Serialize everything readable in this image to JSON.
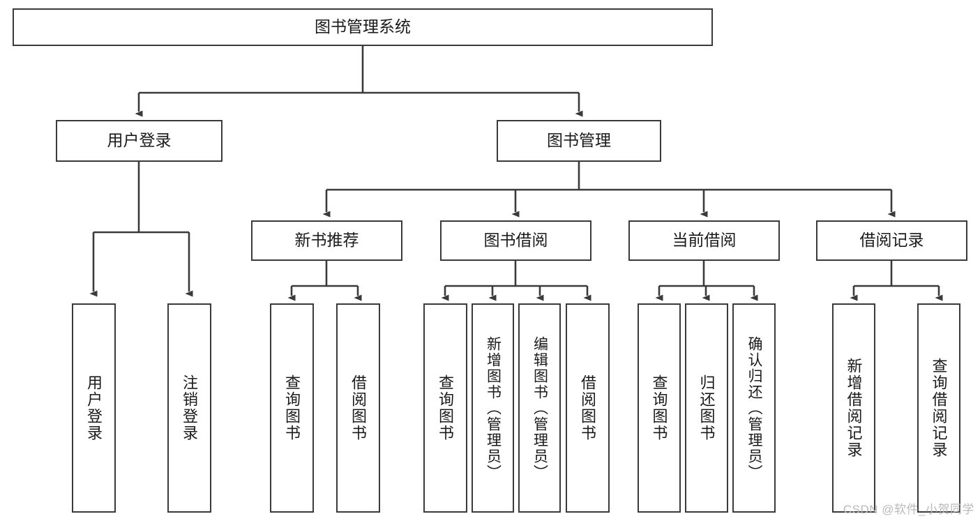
{
  "diagram": {
    "title": "图书管理系统",
    "type": "hierarchy-tree",
    "background_color": "#ffffff",
    "line_color": "#3a3a3a",
    "text_color": "#1a1a1a",
    "levels": [
      {
        "level": 1,
        "nodes": [
          {
            "id": "root",
            "label": "图书管理系统",
            "orientation": "horizontal"
          }
        ]
      },
      {
        "level": 2,
        "nodes": [
          {
            "id": "login",
            "label": "用户登录",
            "orientation": "horizontal"
          },
          {
            "id": "bookmgmt",
            "label": "图书管理",
            "orientation": "horizontal"
          }
        ]
      },
      {
        "level": 3,
        "nodes": [
          {
            "id": "newbook",
            "label": "新书推荐",
            "orientation": "horizontal"
          },
          {
            "id": "borrow",
            "label": "图书借阅",
            "orientation": "horizontal"
          },
          {
            "id": "current",
            "label": "当前借阅",
            "orientation": "horizontal"
          },
          {
            "id": "records",
            "label": "借阅记录",
            "orientation": "horizontal"
          }
        ]
      },
      {
        "level": 4,
        "nodes": [
          {
            "id": "leaf-1",
            "label": "用户登录",
            "parent": "login",
            "orientation": "vertical"
          },
          {
            "id": "leaf-2",
            "label": "注销登录",
            "parent": "login",
            "orientation": "vertical"
          },
          {
            "id": "leaf-3",
            "label": "查询图书",
            "parent": "newbook",
            "orientation": "vertical"
          },
          {
            "id": "leaf-4",
            "label": "借阅图书",
            "parent": "newbook",
            "orientation": "vertical"
          },
          {
            "id": "leaf-5",
            "label": "查询图书",
            "parent": "borrow",
            "orientation": "vertical"
          },
          {
            "id": "leaf-6",
            "label": "新增图书（管理员）",
            "parent": "borrow",
            "orientation": "vertical"
          },
          {
            "id": "leaf-7",
            "label": "编辑图书（管理员）",
            "parent": "borrow",
            "orientation": "vertical"
          },
          {
            "id": "leaf-8",
            "label": "借阅图书",
            "parent": "borrow",
            "orientation": "vertical"
          },
          {
            "id": "leaf-9",
            "label": "查询图书",
            "parent": "current",
            "orientation": "vertical"
          },
          {
            "id": "leaf-10",
            "label": "归还图书",
            "parent": "current",
            "orientation": "vertical"
          },
          {
            "id": "leaf-11",
            "label": "确认归还（管理员）",
            "parent": "current",
            "orientation": "vertical"
          },
          {
            "id": "leaf-12",
            "label": "新增借阅记录",
            "parent": "records",
            "orientation": "vertical"
          },
          {
            "id": "leaf-13",
            "label": "查询借阅记录",
            "parent": "records",
            "orientation": "vertical"
          }
        ]
      }
    ]
  },
  "watermark": {
    "text": "CSDN @软件_小贺同学"
  }
}
